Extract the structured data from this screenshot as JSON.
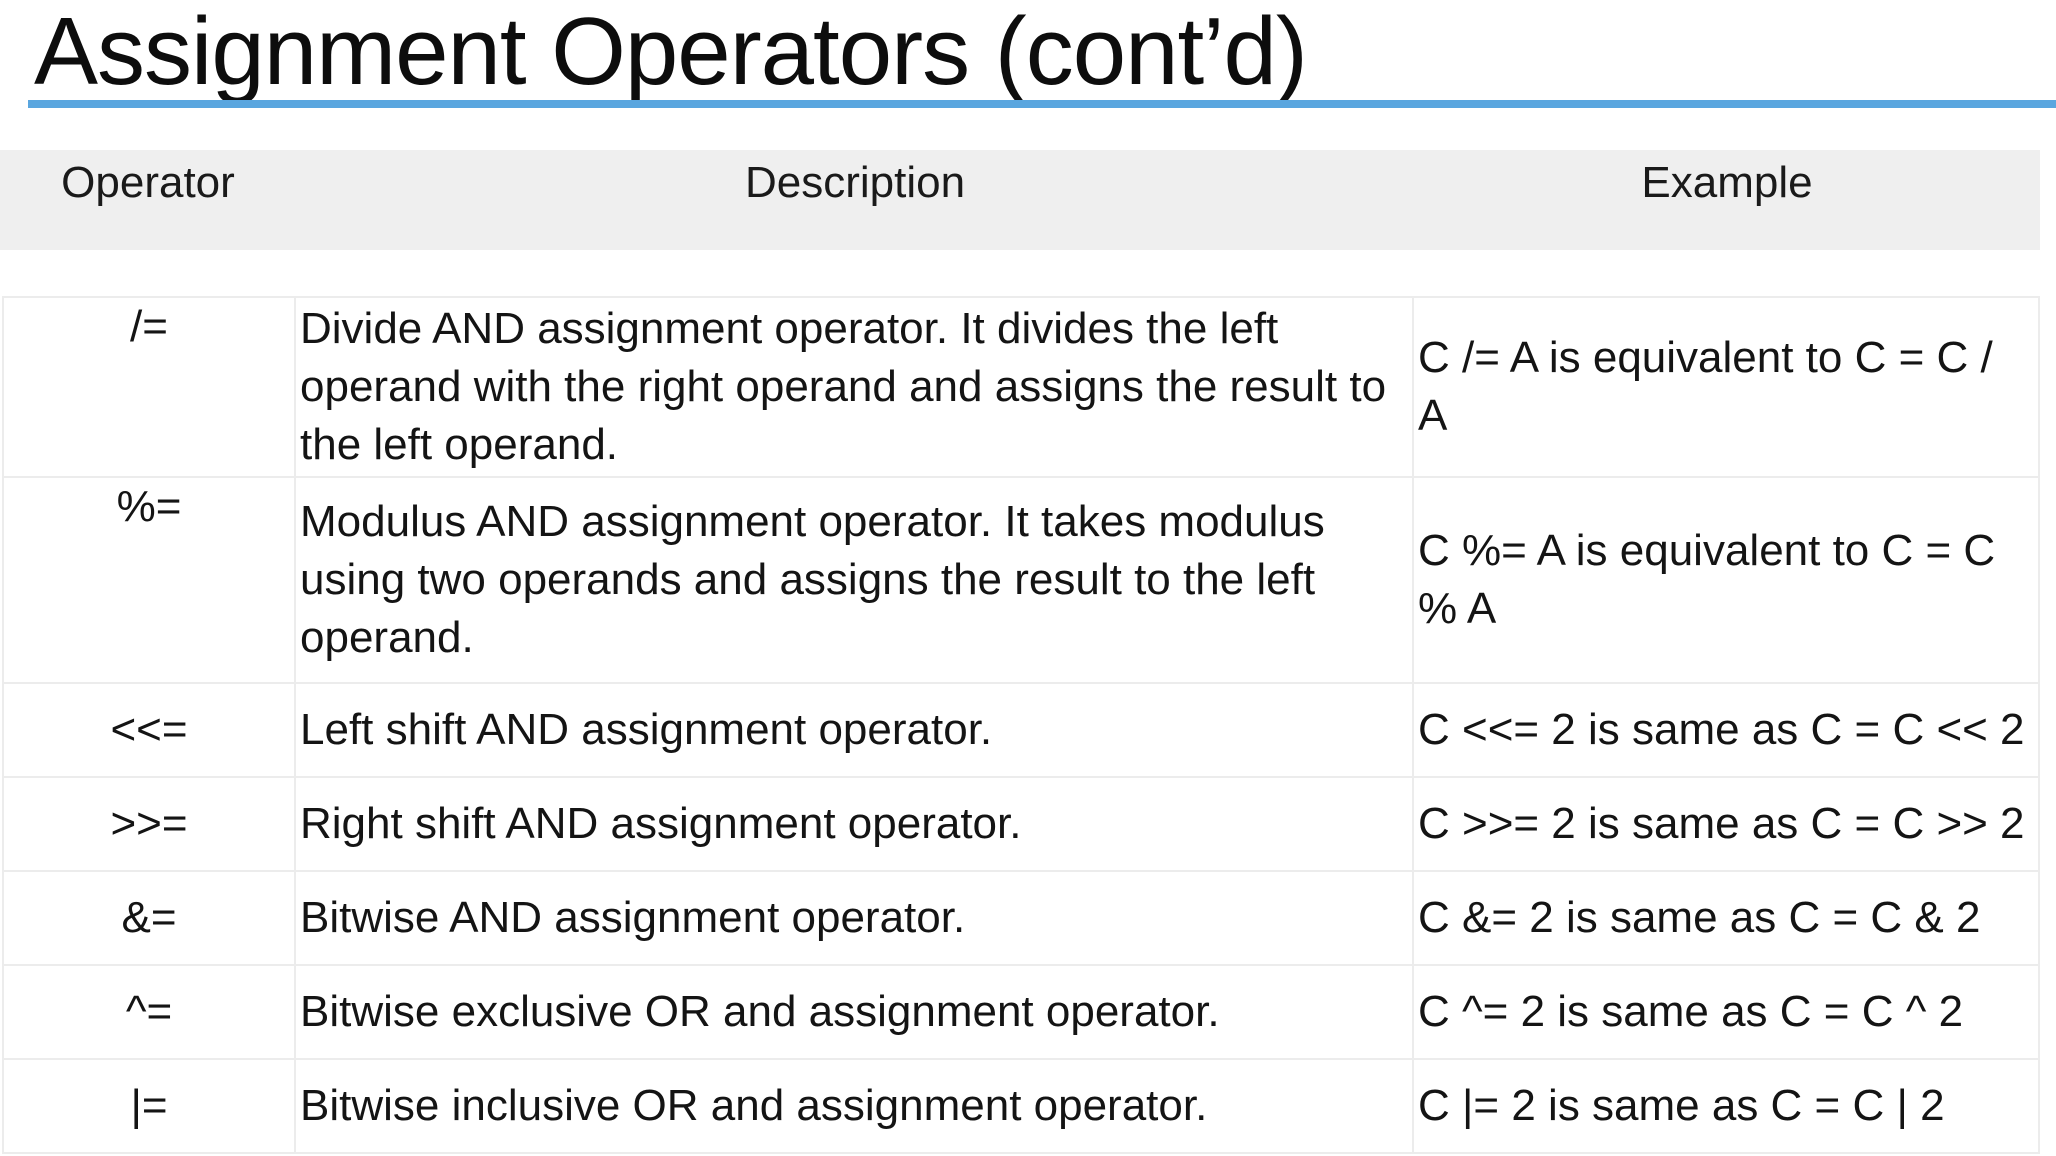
{
  "slide": {
    "title": "Assignment Operators (cont’d)"
  },
  "table": {
    "headers": {
      "operator": "Operator",
      "description": "Description",
      "example": "Example"
    },
    "rows": [
      {
        "operator": "/=",
        "description": "Divide AND assignment operator. It divides the left operand with the right operand and assigns the result to the left operand.",
        "example": "C /= A is equivalent to C = C / A"
      },
      {
        "operator": "%=",
        "description": "Modulus AND assignment operator. It takes modulus using two operands and assigns the result to the left operand.",
        "example": "C %= A is equivalent to C = C % A"
      },
      {
        "operator": "<<=",
        "description": "Left shift AND assignment operator.",
        "example": "C <<= 2 is same as C = C << 2"
      },
      {
        "operator": ">>=",
        "description": "Right shift AND assignment operator.",
        "example": "C >>= 2 is same as C = C >> 2"
      },
      {
        "operator": "&=",
        "description": "Bitwise AND assignment operator.",
        "example": "C &= 2 is same as C = C & 2"
      },
      {
        "operator": "^=",
        "description": "Bitwise exclusive OR and assignment operator.",
        "example": "C ^= 2 is same as C = C ^ 2"
      },
      {
        "operator": "|=",
        "description": "Bitwise inclusive OR and assignment operator.",
        "example": "C |= 2 is same as C = C | 2"
      }
    ]
  },
  "colors": {
    "title_rule": "#5aa6df",
    "header_band": "#efefef",
    "grid_line": "#ececec"
  }
}
